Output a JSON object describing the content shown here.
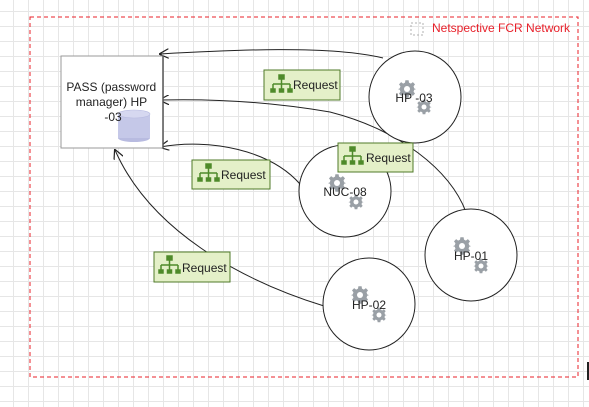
{
  "boundary": {
    "label": "Netspective FCR Network",
    "color": "#e8202a"
  },
  "data_store": {
    "label_lines": [
      "PASS (password",
      "manager) HP",
      "-03"
    ],
    "icon": "database-cylinder-icon"
  },
  "processes": [
    {
      "key": "hp03",
      "label": "HP -03",
      "icon": "gear-icon"
    },
    {
      "key": "nuc08",
      "label": "NUC-08",
      "icon": "gear-icon"
    },
    {
      "key": "hp01",
      "label": "HP-01",
      "icon": "gear-icon"
    },
    {
      "key": "hp02",
      "label": "HP-02",
      "icon": "gear-icon"
    }
  ],
  "flows": [
    {
      "from": "hp03",
      "to": "data_store",
      "label": "Request"
    },
    {
      "from": "nuc08",
      "to": "data_store",
      "label": "Request"
    },
    {
      "from": "hp01",
      "to": "data_store",
      "label": "Request"
    },
    {
      "from": "hp02",
      "to": "data_store",
      "label": "Request"
    }
  ],
  "colors": {
    "label_fill": "#e4f0c8",
    "label_stroke": "#4f7a28",
    "icon_green": "#4f8a2a",
    "gear_gray": "#9aa0a6",
    "cylinder": "#c5c8e8"
  }
}
